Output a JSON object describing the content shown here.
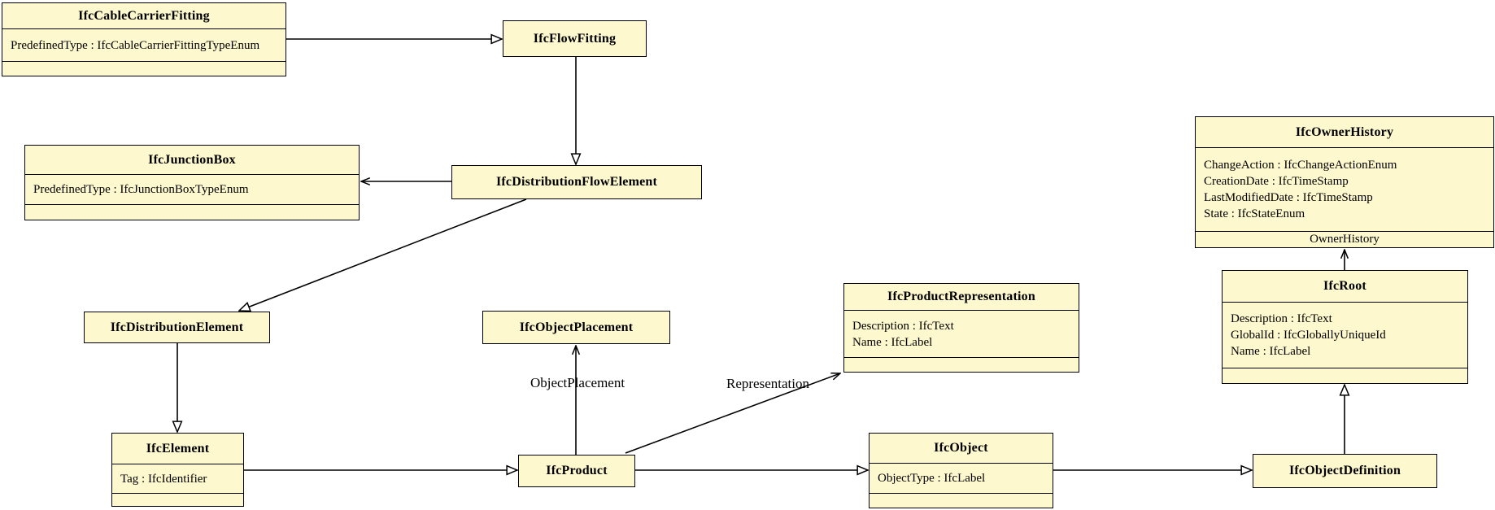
{
  "colors": {
    "background": "#ffffff",
    "box_fill": "#fdf8cd",
    "line": "#000000"
  },
  "classes": {
    "cable_carrier_fitting": {
      "title": "IfcCableCarrierFitting",
      "attrs": [
        "PredefinedType : IfcCableCarrierFittingTypeEnum"
      ]
    },
    "flow_fitting": {
      "title": "IfcFlowFitting"
    },
    "junction_box": {
      "title": "IfcJunctionBox",
      "attrs": [
        "PredefinedType : IfcJunctionBoxTypeEnum"
      ]
    },
    "distribution_flow_element": {
      "title": "IfcDistributionFlowElement"
    },
    "owner_history": {
      "title": "IfcOwnerHistory",
      "attrs": [
        "ChangeAction : IfcChangeActionEnum",
        "CreationDate : IfcTimeStamp",
        "LastModifiedDate : IfcTimeStamp",
        "State : IfcStateEnum"
      ],
      "footer": "OwnerHistory"
    },
    "distribution_element": {
      "title": "IfcDistributionElement"
    },
    "object_placement": {
      "title": "IfcObjectPlacement"
    },
    "product_representation": {
      "title": "IfcProductRepresentation",
      "attrs": [
        "Description : IfcText",
        "Name : IfcLabel"
      ]
    },
    "root": {
      "title": "IfcRoot",
      "attrs": [
        "Description : IfcText",
        "GlobalId : IfcGloballyUniqueId",
        "Name : IfcLabel"
      ]
    },
    "element": {
      "title": "IfcElement",
      "attrs": [
        "Tag : IfcIdentifier"
      ]
    },
    "product": {
      "title": "IfcProduct"
    },
    "object": {
      "title": "IfcObject",
      "attrs": [
        "ObjectType : IfcLabel"
      ]
    },
    "object_definition": {
      "title": "IfcObjectDefinition"
    }
  },
  "edge_labels": {
    "object_placement": "ObjectPlacement",
    "representation": "Representation"
  }
}
